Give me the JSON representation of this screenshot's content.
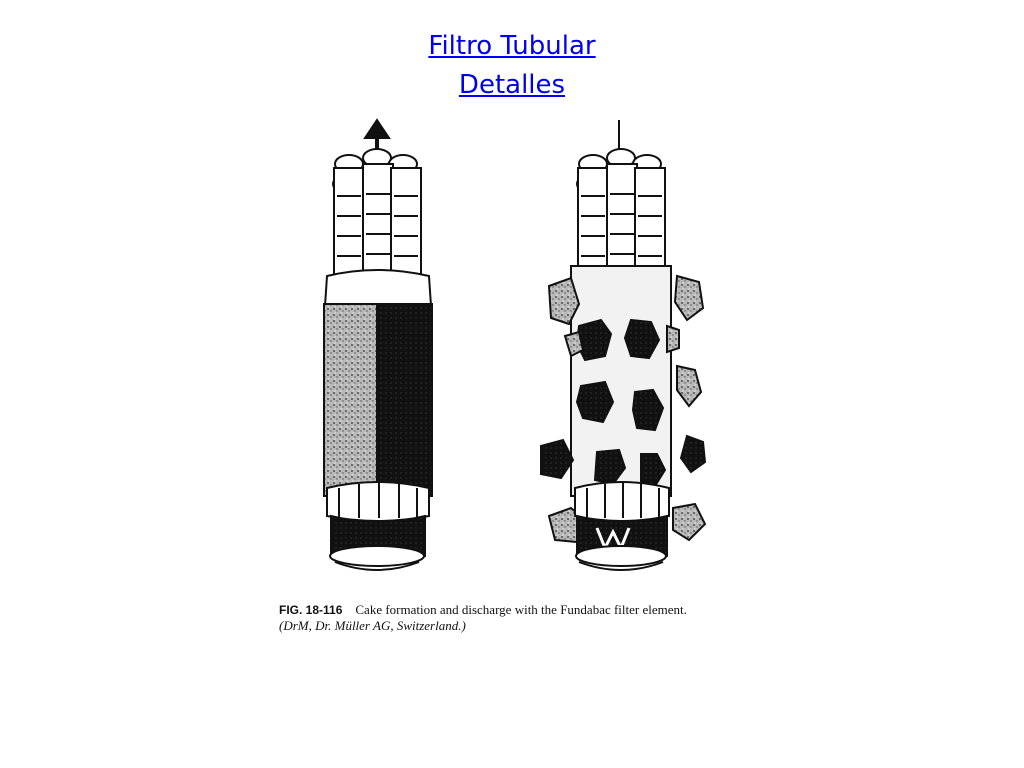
{
  "slide": {
    "title_line1": "Filtro Tubular",
    "title_line2": "Detalles"
  },
  "figure": {
    "number": "FIG. 18-116",
    "caption": "Cake formation and discharge with the Fundabac filter element.",
    "credit": "(DrM, Dr. Müller AG, Switzerland.)",
    "colors": {
      "ink": "#111111",
      "paper": "#ffffff",
      "speckle": "#8a8a8a"
    }
  }
}
